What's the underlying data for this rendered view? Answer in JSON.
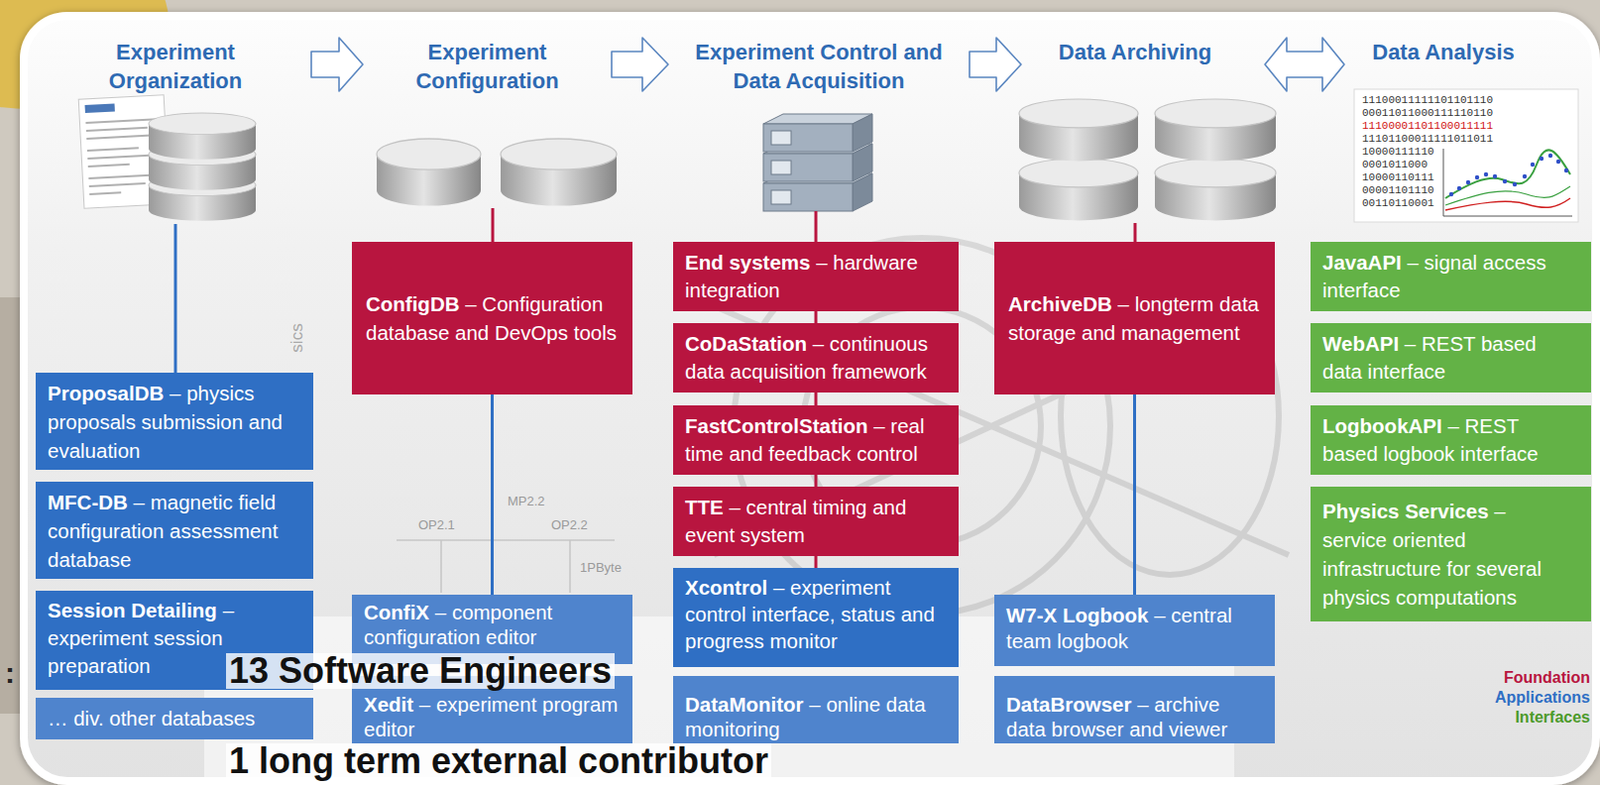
{
  "diagram": {
    "nodes": [
      {
        "text": [
          "ProposalDB",
          "– physics proposals submission and evaluation"
        ]
      },
      {
        "text": [
          "MFC-DB",
          "– magnetic field configuration assessment database"
        ]
      },
      {
        "text": [
          "Session Detailing",
          "– experiment session preparation"
        ]
      },
      {
        "text": [
          "… div. other databases"
        ]
      },
      {
        "text": [
          "ConfigDB",
          "– Configuration database and DevOps tools"
        ]
      },
      {
        "text": [
          "ConfiX",
          "– component configuration editor"
        ]
      },
      {
        "text": [
          "Xedit",
          "– experiment program editor"
        ]
      },
      {
        "text": [
          "End systems",
          "– hardware integration"
        ]
      },
      {
        "text": [
          "CoDaStation",
          "– continuous data acquisition framework"
        ]
      },
      {
        "text": [
          "FastControlStation",
          "– real time and feedback control"
        ]
      },
      {
        "text": [
          "TTE",
          "– central timing and event system"
        ]
      },
      {
        "text": [
          "Xcontrol",
          "– experiment control interface, status and progress monitor"
        ]
      },
      {
        "text": [
          "DataMonitor",
          "– online data monitoring"
        ]
      },
      {
        "text": [
          "ArchiveDB",
          "– longterm data storage and management"
        ]
      },
      {
        "text": [
          "W7-X Logbook",
          "– central team logbook"
        ]
      },
      {
        "text": [
          "DataBrowser",
          "– archive data browser and viewer"
        ]
      },
      {
        "text": [
          "JavaAPI",
          "– signal access interface"
        ]
      },
      {
        "text": [
          "WebAPI",
          "– REST based data interface"
        ]
      },
      {
        "text": [
          "LogbookAPI",
          "– REST based logbook interface"
        ]
      },
      {
        "text": [
          "Physics Services",
          "– service oriented infrastructure for several physics computations"
        ]
      },
      {
        "text": [
          "13 Software Engineers",
          "1 long term external contributor"
        ]
      }
    ],
    "edges": [
      {
        "from": 4,
        "to": 5,
        "arrow": "none"
      },
      {
        "from": 7,
        "to": 8,
        "arrow": "none"
      },
      {
        "from": 8,
        "to": 9,
        "arrow": "none"
      },
      {
        "from": 9,
        "to": 10,
        "arrow": "none"
      },
      {
        "from": 10,
        "to": 11,
        "arrow": "none"
      },
      {
        "from": 13,
        "to": 14,
        "arrow": "none"
      }
    ],
    "labels": [
      "Experiment Organization",
      "Experiment Configuration",
      "Experiment Control and Data Acquisition",
      "Data Archiving",
      "Data Analysis",
      "11100011111101101110",
      "00011011000111110110",
      "11100001101100011111",
      "11101100011111011011",
      "10000111110",
      "0001011000",
      "10000110111",
      "00001101110",
      "00110110001",
      "sics",
      "MP2.2",
      "OP2.1",
      "OP2.2",
      "1PByte",
      ":",
      "Foundation",
      "Applications",
      "Interfaces"
    ]
  }
}
